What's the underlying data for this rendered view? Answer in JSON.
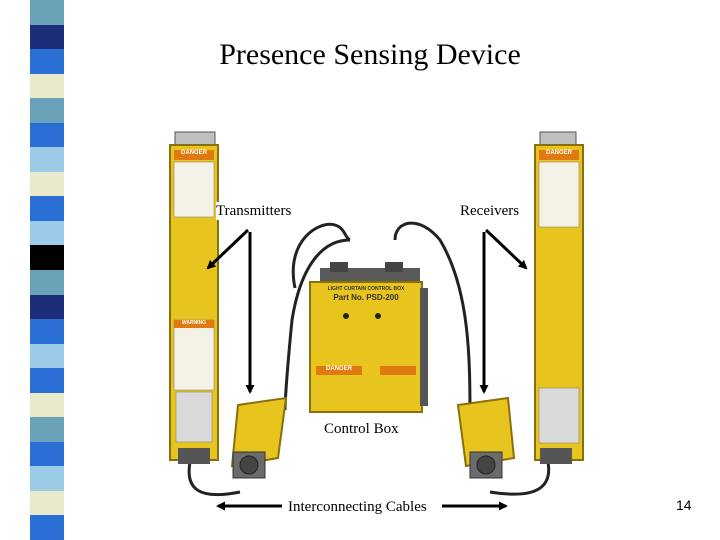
{
  "slide": {
    "title": "Presence Sensing Device",
    "page_number": "14",
    "labels": {
      "transmitters": "Transmitters",
      "receivers": "Receivers",
      "control_box": "Control Box",
      "cables": "Interconnecting Cables"
    },
    "device_text": {
      "box_heading": "LIGHT CURTAIN CONTROL BOX",
      "part_no": "Part No. PSD-200",
      "danger": "DANGER",
      "warning": "WARNING"
    },
    "colors": {
      "device_yellow": "#e8c51e",
      "device_dark": "#8a6f0d",
      "stripe_blue": "#2a6fd6",
      "stripe_teal": "#6aa3b8",
      "stripe_light_blue": "#9ccbe8",
      "stripe_cream": "#e9eacb",
      "stripe_black": "#000000",
      "stripe_dark_navy": "#1c2e7a"
    },
    "stripe_pattern": [
      "teal",
      "dark_navy",
      "blue",
      "cream",
      "teal",
      "blue",
      "light_blue",
      "cream",
      "blue",
      "light_blue",
      "black",
      "teal",
      "dark_navy",
      "blue",
      "light_blue",
      "blue",
      "cream",
      "teal",
      "blue",
      "light_blue",
      "cream",
      "blue"
    ]
  }
}
